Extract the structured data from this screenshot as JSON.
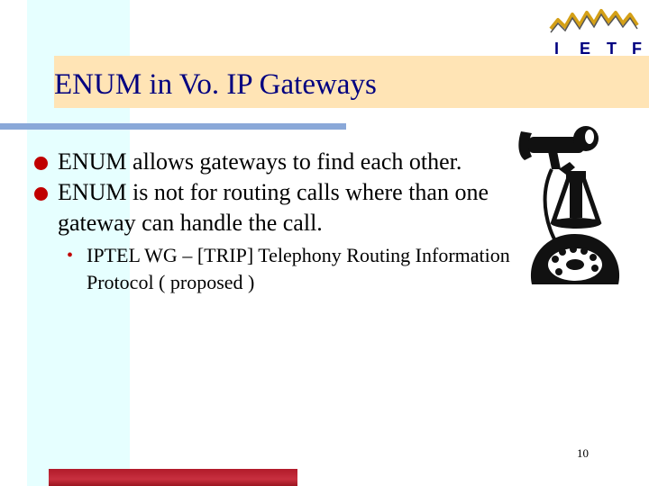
{
  "slide": {
    "title": "ENUM in Vo. IP Gateways",
    "bullets": [
      "ENUM allows gateways to find each other.",
      "ENUM is not for routing calls where than one gateway can handle the call."
    ],
    "sub_bullets": [
      "IPTEL WG – [TRIP] Telephony Routing Information Protocol ( proposed )"
    ],
    "page_number": "10"
  },
  "logo": {
    "letters": [
      "I",
      "E",
      "T",
      "F"
    ],
    "text_color": "#000080",
    "wave_color": "#d4a017"
  },
  "theme": {
    "accent_red": "#c00000",
    "title_color": "#000080"
  }
}
